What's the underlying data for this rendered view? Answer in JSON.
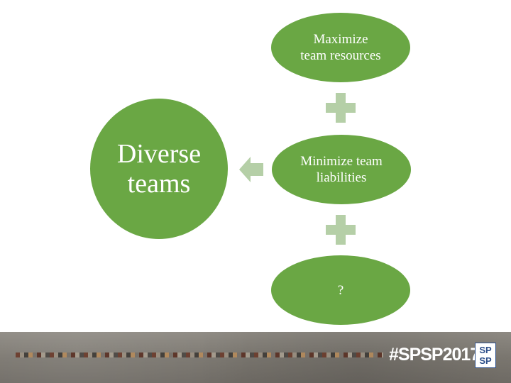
{
  "diagram": {
    "top_node": "Maximize\nteam resources",
    "middle_node": "Minimize team\nliabilities",
    "bottom_node": "?",
    "result_node": "Diverse\nteams",
    "node_color": "#6aa744",
    "connector_color": "#b5cfa7"
  },
  "footer": {
    "hashtag": "#SPSP2017",
    "logo_top": "SP",
    "logo_bottom": "SP"
  }
}
